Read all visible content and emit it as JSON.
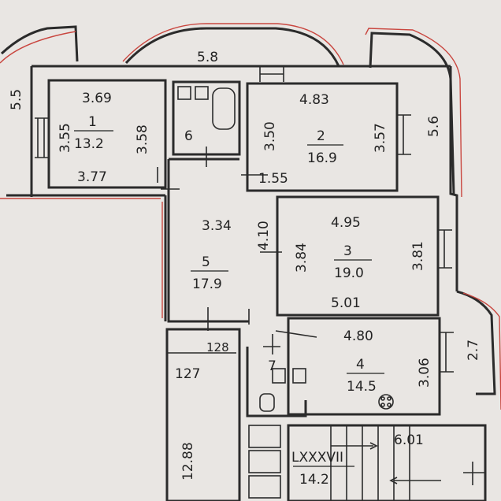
{
  "plan": {
    "overall_width": "5.8",
    "left_height": "5.5",
    "right_height": "5.6",
    "rooms": {
      "r1": {
        "number": "1",
        "area": "13.2",
        "top": "3.69",
        "bottom": "3.77",
        "left": "3.55",
        "right": "3.58"
      },
      "r2": {
        "number": "2",
        "area": "16.9",
        "top": "4.83",
        "left": "3.50",
        "right": "3.57"
      },
      "r3": {
        "number": "3",
        "area": "19.0",
        "top": "4.95",
        "bottom": "5.01",
        "left": "3.84",
        "right": "3.81"
      },
      "r4": {
        "number": "4",
        "area": "14.5",
        "top": "4.80",
        "right": "3.06"
      },
      "r5": {
        "number": "5",
        "area": "17.9",
        "top": "3.34",
        "right": "4.10"
      },
      "r6": {
        "number": "6"
      },
      "r7": {
        "number": "7"
      }
    },
    "corridor_dim": "1.55",
    "balcony_right_dim": "2.7",
    "label_128": "128",
    "label_127": "127",
    "stair_height": "12.88",
    "stair_dim": "6.01",
    "stair_code": "LXXXVII",
    "stair_area": "14.2"
  }
}
